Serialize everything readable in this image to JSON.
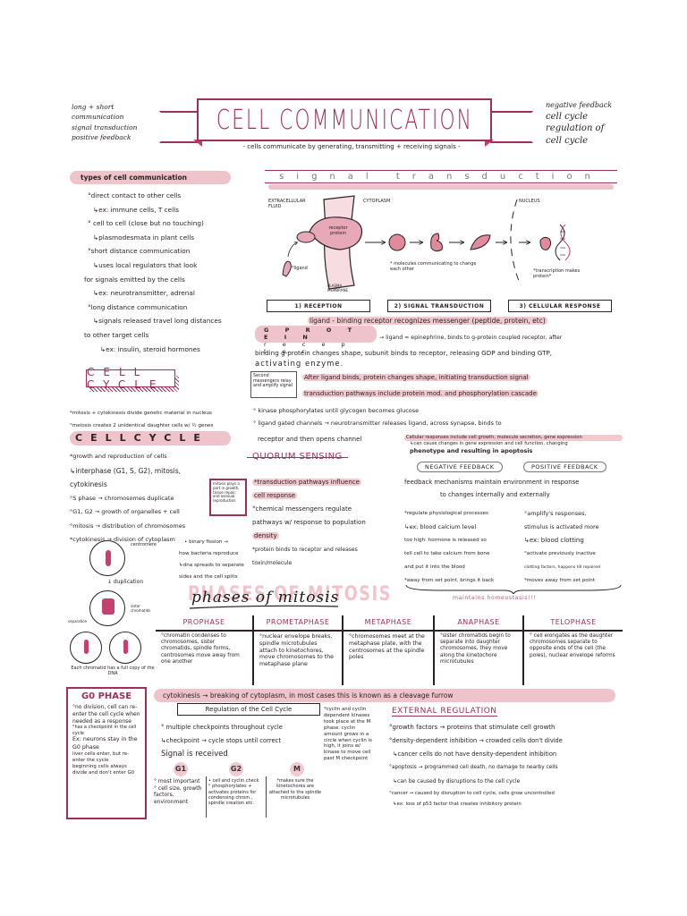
{
  "header": {
    "title": "CELL COMMUNICATION",
    "subtitle": "- cells communicate by generating, transmitting + receiving signals -",
    "left_notes": [
      "long + short",
      "communication",
      "signal transduction",
      "positive feedback"
    ],
    "right_notes": [
      "negative feedback",
      "cell cycle",
      "regulation of",
      "cell cycle"
    ]
  },
  "types_of_communication": {
    "title": "types of cell communication",
    "items": [
      "°direct contact to other cells",
      "↳ex: immune cells, T cells",
      "° cell to cell (close but no touching)",
      "↳plasmodesmata in plant cells",
      "°short distance communication",
      "↳uses local regulators that look",
      "for signals emitted by the cells",
      "↳ex: neurotransmitter, adrenal",
      "°long distance communication",
      "↳signals released travel long distances",
      "to other target cells",
      "↳ex: insulin, steroid hormones"
    ]
  },
  "signal_transduction": {
    "title": "signal transduction",
    "diagram_labels": {
      "extracellular": "EXTRACELLULAR FLUID",
      "cytoplasm": "CYTOPLASM",
      "receptor": "receptor protein",
      "ligand": "*ligand",
      "membrane": "PLASMA MEMBRANE",
      "nucleus": "NUCLEUS",
      "molecules_note": "* molecules communicating to change each other",
      "transcription_note": "*transcription makes protein*"
    },
    "steps": [
      "1) RECEPTION",
      "2) SIGNAL TRANSDUCTION",
      "3) CELLULAR RESPONSE"
    ],
    "ligand_binding": "ligand - binding receptor recognizes messenger (peptide, protein, etc)",
    "g_protein_label_top": "G P R O T E I N",
    "g_protein_label_bottom": "r e c e p t o r",
    "g_protein_text_1": "→ ligand = epinephrine, binds to g-protein coupled receptor, after",
    "g_protein_text_2": "binding g-protein changes shape, subunit binds to receptor, releasing GDP and binding GTP,",
    "g_protein_text_3": "activating enzyme.",
    "second_messengers_box": "Second messengers relay and amplify signal",
    "after_ligand": "After ligand binds, protein changes shape, initiating transduction signal",
    "transduction_pathways": "transduction pathways include protein mod. and phosphorylation cascade",
    "kinase": "° kinase phosphorylates until glycogen becomes glucose",
    "ligand_gated_1": "° ligand gated channels → neurotransmitter releases ligand, across synapse, binds to",
    "ligand_gated_2": "receptor and then opens channel",
    "cellular_responses_1": "Cellular responses include cell growth, molecule secretion, gene expression",
    "cellular_responses_2": "↳can cause changes in gene expression and cell function, changing",
    "cellular_responses_3": "phenotype and resulting in apoptosis"
  },
  "cell_cycle_section": {
    "box_title": "CELL CYCLE",
    "notes": [
      "*mitosis + cytokinesis divide genetic material in nucleus",
      "°meiosis creates 2 unidentical daughter cells w/ ½ genes"
    ],
    "bar_title": "CELLCYCLE",
    "items": [
      "*growth and reproduction of cells",
      "↳interphase (G1, S, G2), mitosis, cytokinesis",
      "°S phase → chromosomes duplicate",
      "°G1, G2 → growth of organelles + cell",
      "°mitosis → distribution of chromosomes",
      "*cytokinesis → division of cytoplasm"
    ],
    "mitosis_box": "mitosis plays a part in growth, tissue repair, and asexual reproduction"
  },
  "binary_fission": {
    "lines": [
      "• binary fission →",
      "how bacteria reproduce",
      "↳dna spreads to separate",
      "sides and the cell splits"
    ]
  },
  "quorum_sensing": {
    "title": "QUORUM SENSING",
    "items": [
      "*transduction pathways influence",
      "cell response",
      "°chemical messengers regulate",
      "pathways w/ response to population",
      "density",
      "*protein binds to receptor and releases",
      "toxin/molecule"
    ]
  },
  "feedback": {
    "negative_label": "NEGATIVE FEEDBACK",
    "positive_label": "POSITIVE FEEDBACK",
    "intro_1": "feedback mechanisms maintain environment in response",
    "intro_2": "to changes internally and externally",
    "negative": [
      "*regulate physiological processes",
      "↳ex: blood calcium level",
      "too high: hormone is released so",
      "tell cell to take calcium from bone",
      "and put it into the blood",
      "*away from set point, brings it back"
    ],
    "positive": [
      "°amplify's responses,",
      "stimulus is activated more",
      "↳ex: blood clotting",
      "°activate previously inactive",
      "clotting factors, happens till repaired",
      "*moves away from set point"
    ],
    "homeostasis": "maintains homeostasis!!!"
  },
  "cell_diagram": {
    "centromere": "centromere",
    "duplication": "↓ duplication",
    "sister_chromatids": "sister chromatids",
    "separation": "separation",
    "caption": "Each chromatid has a full copy of the DNA"
  },
  "phases_of_mitosis": {
    "title": "phases of mitosis",
    "phases": [
      {
        "name": "PROPHASE",
        "text": "°chromatin condenses to chromosomes, sister chromatids, spindle forms, centrosomes move away from one another"
      },
      {
        "name": "PROMETAPHASE",
        "text": "°nuclear envelope breaks, spindle microtubules attach to kinetochores, move chromosomes to the metaphase plane"
      },
      {
        "name": "METAPHASE",
        "text": "°chromosomes meet at the metaphase plate, with the centrosomes at the spindle poles"
      },
      {
        "name": "ANAPHASE",
        "text": "°sister chromatids begin to separate into daughter chromosomes, they move along the kinetochore microtubules"
      },
      {
        "name": "TELOPHASE",
        "text": "° cell elongates as the daughter chromosomes separate to opposite ends of the cell (the poles), nuclear envelope reforms"
      }
    ]
  },
  "cytokinesis_bar": "cytokinesis → breaking of cytoplasm, in most cases this is known as a cleavage furrow",
  "g0_phase": {
    "title": "G0 PHASE",
    "items": [
      "°no division, cell can re-enter the cell cycle when needed as a response",
      "°has a checkpoint in the cell cycle",
      "Ex: neurons stay in the G0 phase",
      "liver cells enter, but re-enter the cycle",
      "beginning cells always divide and don't enter G0"
    ]
  },
  "regulation": {
    "title": "Regulation of the Cell Cycle",
    "items": [
      "° multiple checkpoints throughout cycle",
      "↳checkpoint → cycle stops until correct",
      "Signal is received"
    ],
    "checkpoints": [
      {
        "label": "G1",
        "text": "° most important\n° cell size, growth factors, environment"
      },
      {
        "label": "G2",
        "text": "• cell and cyclin check\n° phosphorylates + activates proteins for condensing chrom., spindle creation etc."
      },
      {
        "label": "M",
        "text": "*makes sure the kinetochores are attached to the spindle microtubules"
      }
    ],
    "cyclin_note": "*cyclin and cyclin dependent kinases took place at the M phase. cyclin amount grows in a circle when cyclin is high, it joins w/ kinase to move cell past M checkpoint"
  },
  "external_regulation": {
    "title": "EXTERNAL REGULATION",
    "items": [
      "°growth factors → proteins that stimulate cell growth",
      "°density-dependent inhibition → crowded cells don't divide",
      "↳cancer cells do not have density-dependent inhibition",
      "°apoptosis → programmed cell death, no damage to nearby cells",
      "↳can be caused by disruptions to the cell cycle",
      "°cancer → caused by disruption to cell cycle, cells grow uncontrolled",
      "↳ex: loss of p53 factor that creates inhibitory protein"
    ]
  },
  "colors": {
    "maroon": "#9c3058",
    "pink_highlight": "#efc3ca",
    "chromosome": "#c4406e",
    "ink": "#2a2226"
  }
}
